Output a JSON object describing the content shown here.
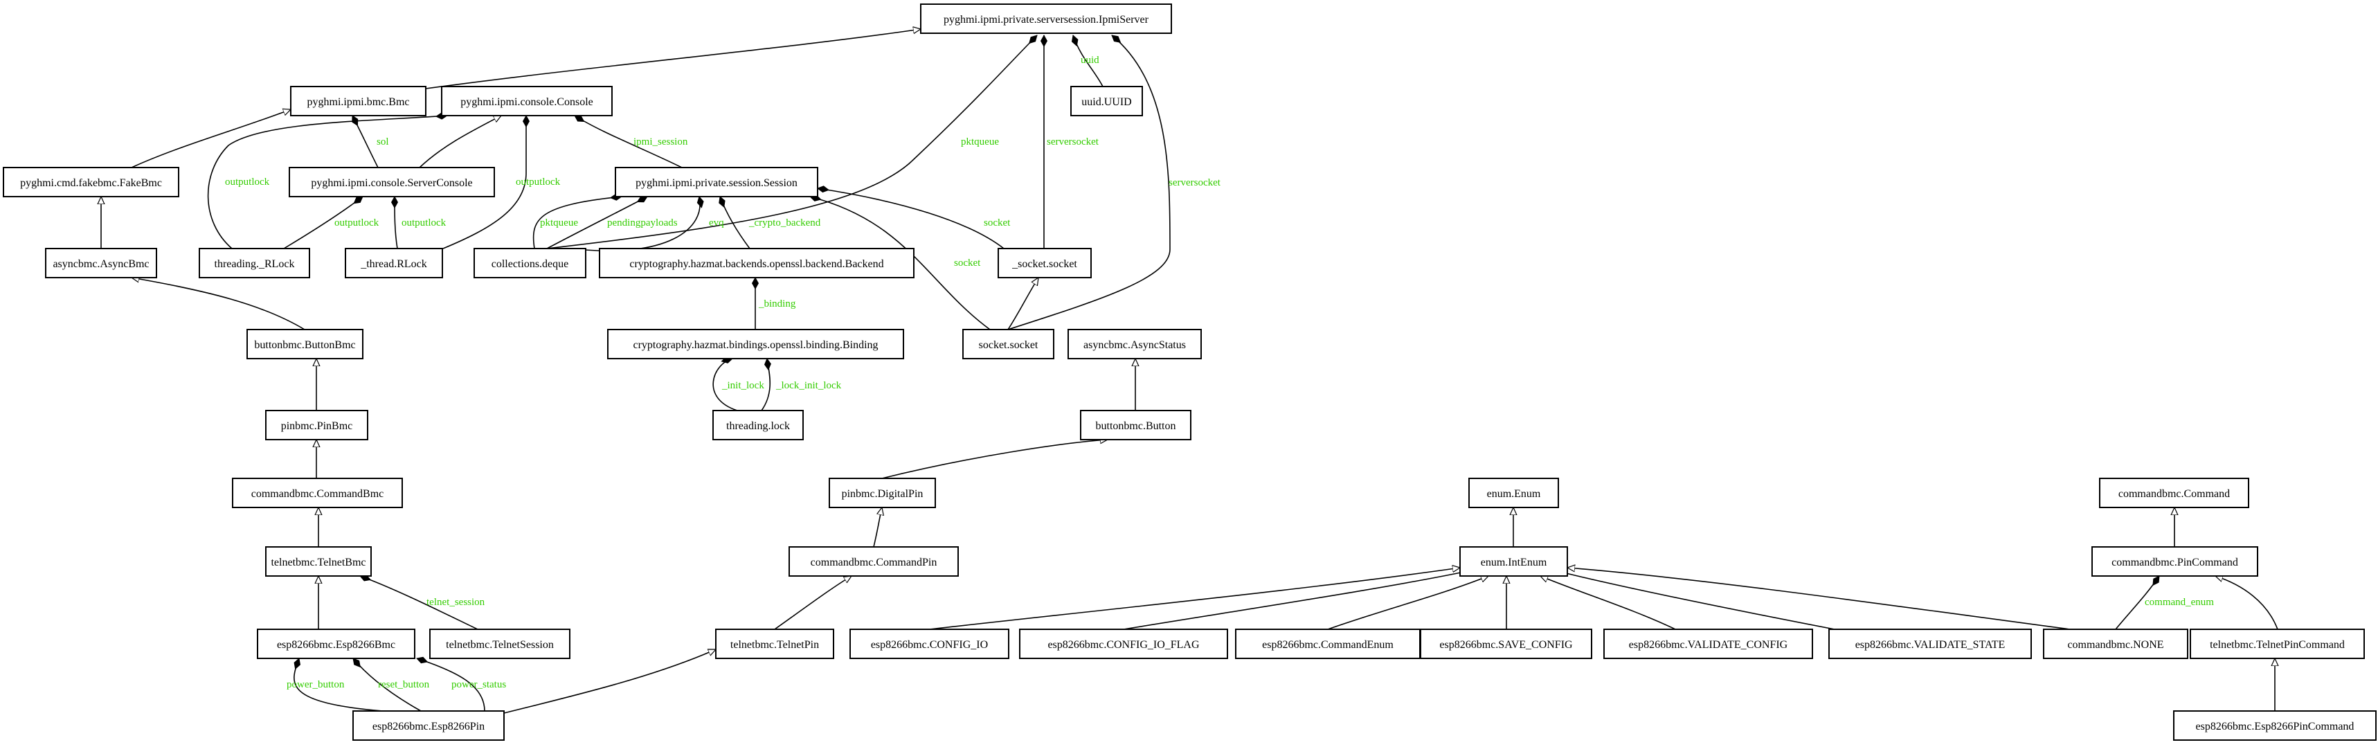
{
  "colors": {
    "label": "#33cc00",
    "line": "#000000",
    "box_fill": "#ffffff"
  },
  "nodes": [
    {
      "id": "IpmiServer",
      "label": "pyghmi.ipmi.private.serversession.IpmiServer"
    },
    {
      "id": "Bmc",
      "label": "pyghmi.ipmi.bmc.Bmc"
    },
    {
      "id": "Console",
      "label": "pyghmi.ipmi.console.Console"
    },
    {
      "id": "UUID",
      "label": "uuid.UUID"
    },
    {
      "id": "FakeBmc",
      "label": "pyghmi.cmd.fakebmc.FakeBmc"
    },
    {
      "id": "ServerConsole",
      "label": "pyghmi.ipmi.console.ServerConsole"
    },
    {
      "id": "Session",
      "label": "pyghmi.ipmi.private.session.Session"
    },
    {
      "id": "AsyncBmc",
      "label": "asyncbmc.AsyncBmc"
    },
    {
      "id": "RLock",
      "label": "threading._RLock"
    },
    {
      "id": "ThreadRLock",
      "label": "_thread.RLock"
    },
    {
      "id": "Deque",
      "label": "collections.deque"
    },
    {
      "id": "Backend",
      "label": "cryptography.hazmat.backends.openssl.backend.Backend"
    },
    {
      "id": "SockSock",
      "label": "_socket.socket"
    },
    {
      "id": "ButtonBmc",
      "label": "buttonbmc.ButtonBmc"
    },
    {
      "id": "Binding",
      "label": "cryptography.hazmat.bindings.openssl.binding.Binding"
    },
    {
      "id": "Socket",
      "label": "socket.socket"
    },
    {
      "id": "AsyncStatus",
      "label": "asyncbmc.AsyncStatus"
    },
    {
      "id": "PinBmc",
      "label": "pinbmc.PinBmc"
    },
    {
      "id": "ThreadingLock",
      "label": "threading.lock"
    },
    {
      "id": "Button",
      "label": "buttonbmc.Button"
    },
    {
      "id": "CommandBmc",
      "label": "commandbmc.CommandBmc"
    },
    {
      "id": "DigitalPin",
      "label": "pinbmc.DigitalPin"
    },
    {
      "id": "Enum",
      "label": "enum.Enum"
    },
    {
      "id": "Command",
      "label": "commandbmc.Command"
    },
    {
      "id": "TelnetBmc",
      "label": "telnetbmc.TelnetBmc"
    },
    {
      "id": "CommandPin",
      "label": "commandbmc.CommandPin"
    },
    {
      "id": "IntEnum",
      "label": "enum.IntEnum"
    },
    {
      "id": "PinCommand",
      "label": "commandbmc.PinCommand"
    },
    {
      "id": "Esp8266Bmc",
      "label": "esp8266bmc.Esp8266Bmc"
    },
    {
      "id": "TelnetSession",
      "label": "telnetbmc.TelnetSession"
    },
    {
      "id": "TelnetPin",
      "label": "telnetbmc.TelnetPin"
    },
    {
      "id": "CONFIG_IO",
      "label": "esp8266bmc.CONFIG_IO"
    },
    {
      "id": "CONFIG_IO_FLAG",
      "label": "esp8266bmc.CONFIG_IO_FLAG"
    },
    {
      "id": "CommandEnum",
      "label": "esp8266bmc.CommandEnum"
    },
    {
      "id": "SAVE_CONFIG",
      "label": "esp8266bmc.SAVE_CONFIG"
    },
    {
      "id": "VALIDATE_CONFIG",
      "label": "esp8266bmc.VALIDATE_CONFIG"
    },
    {
      "id": "VALIDATE_STATE",
      "label": "esp8266bmc.VALIDATE_STATE"
    },
    {
      "id": "NONE",
      "label": "commandbmc.NONE"
    },
    {
      "id": "TelnetPinCommand",
      "label": "telnetbmc.TelnetPinCommand"
    },
    {
      "id": "Esp8266Pin",
      "label": "esp8266bmc.Esp8266Pin"
    },
    {
      "id": "Esp8266PinCommand",
      "label": "esp8266bmc.Esp8266PinCommand"
    }
  ],
  "edges": [
    {
      "id": "bmc-ipmiserver",
      "from": "Bmc",
      "to": "IpmiServer",
      "kind": "inherit",
      "label": ""
    },
    {
      "id": "uuid-ipmiserver",
      "from": "UUID",
      "to": "IpmiServer",
      "kind": "compose",
      "label": "uuid"
    },
    {
      "id": "deque-ipmiserver",
      "from": "Deque",
      "to": "IpmiServer",
      "kind": "compose",
      "label": "pktqueue"
    },
    {
      "id": "socksock-ipmiserver",
      "from": "SockSock",
      "to": "IpmiServer",
      "kind": "compose",
      "label": "serversocket"
    },
    {
      "id": "socket-ipmiserver",
      "from": "Socket",
      "to": "IpmiServer",
      "kind": "compose",
      "label": "serversocket"
    },
    {
      "id": "fakebmc-bmc",
      "from": "FakeBmc",
      "to": "Bmc",
      "kind": "inherit",
      "label": ""
    },
    {
      "id": "serverconsole-bmc",
      "from": "ServerConsole",
      "to": "Bmc",
      "kind": "compose",
      "label": "sol"
    },
    {
      "id": "serverconsole-console",
      "from": "ServerConsole",
      "to": "Console",
      "kind": "inherit",
      "label": ""
    },
    {
      "id": "rlock-console",
      "from": "RLock",
      "to": "Console",
      "kind": "compose",
      "label": "outputlock"
    },
    {
      "id": "threadrlock-console",
      "from": "ThreadRLock",
      "to": "Console",
      "kind": "compose",
      "label": "outputlock"
    },
    {
      "id": "session-console",
      "from": "Session",
      "to": "Console",
      "kind": "compose",
      "label": "ipmi_session"
    },
    {
      "id": "rlock-serverconsole",
      "from": "RLock",
      "to": "ServerConsole",
      "kind": "compose",
      "label": "outputlock"
    },
    {
      "id": "threadrlock-serverconsole",
      "from": "ThreadRLock",
      "to": "ServerConsole",
      "kind": "compose",
      "label": "outputlock"
    },
    {
      "id": "deque-session-pkt",
      "from": "Deque",
      "to": "Session",
      "kind": "compose",
      "label": "pktqueue"
    },
    {
      "id": "deque-session-pend",
      "from": "Deque",
      "to": "Session",
      "kind": "compose",
      "label": "pendingpayloads"
    },
    {
      "id": "deque-session-evq",
      "from": "Deque",
      "to": "Session",
      "kind": "compose",
      "label": "evq"
    },
    {
      "id": "backend-session",
      "from": "Backend",
      "to": "Session",
      "kind": "compose",
      "label": "_crypto_backend"
    },
    {
      "id": "socksock-session",
      "from": "SockSock",
      "to": "Session",
      "kind": "compose",
      "label": "socket"
    },
    {
      "id": "socket-session",
      "from": "Socket",
      "to": "Session",
      "kind": "compose",
      "label": "socket"
    },
    {
      "id": "asyncbmc-fakebmc",
      "from": "AsyncBmc",
      "to": "FakeBmc",
      "kind": "inherit",
      "label": ""
    },
    {
      "id": "binding-backend",
      "from": "Binding",
      "to": "Backend",
      "kind": "compose",
      "label": "_binding"
    },
    {
      "id": "socket-socksock",
      "from": "Socket",
      "to": "SockSock",
      "kind": "inherit",
      "label": ""
    },
    {
      "id": "buttonbmc-asyncbmc",
      "from": "ButtonBmc",
      "to": "AsyncBmc",
      "kind": "inherit",
      "label": ""
    },
    {
      "id": "lock-binding-init",
      "from": "ThreadingLock",
      "to": "Binding",
      "kind": "compose",
      "label": "_init_lock"
    },
    {
      "id": "lock-binding-lock",
      "from": "ThreadingLock",
      "to": "Binding",
      "kind": "compose",
      "label": "_lock_init_lock"
    },
    {
      "id": "button-asyncstatus",
      "from": "Button",
      "to": "AsyncStatus",
      "kind": "inherit",
      "label": ""
    },
    {
      "id": "pinbmc-buttonbmc",
      "from": "PinBmc",
      "to": "ButtonBmc",
      "kind": "inherit",
      "label": ""
    },
    {
      "id": "digitalpin-button",
      "from": "DigitalPin",
      "to": "Button",
      "kind": "inherit",
      "label": ""
    },
    {
      "id": "commandbmc-pinbmc",
      "from": "CommandBmc",
      "to": "PinBmc",
      "kind": "inherit",
      "label": ""
    },
    {
      "id": "commandpin-digitalpin",
      "from": "CommandPin",
      "to": "DigitalPin",
      "kind": "inherit",
      "label": ""
    },
    {
      "id": "intenum-enum",
      "from": "IntEnum",
      "to": "Enum",
      "kind": "inherit",
      "label": ""
    },
    {
      "id": "pincommand-command",
      "from": "PinCommand",
      "to": "Command",
      "kind": "inherit",
      "label": ""
    },
    {
      "id": "telnetbmc-commandbmc",
      "from": "TelnetBmc",
      "to": "CommandBmc",
      "kind": "inherit",
      "label": ""
    },
    {
      "id": "telnetpin-commandpin",
      "from": "TelnetPin",
      "to": "CommandPin",
      "kind": "inherit",
      "label": ""
    },
    {
      "id": "configio-intenum",
      "from": "CONFIG_IO",
      "to": "IntEnum",
      "kind": "inherit",
      "label": ""
    },
    {
      "id": "configioflag-intenum",
      "from": "CONFIG_IO_FLAG",
      "to": "IntEnum",
      "kind": "inherit",
      "label": ""
    },
    {
      "id": "commandenum-intenum",
      "from": "CommandEnum",
      "to": "IntEnum",
      "kind": "inherit",
      "label": ""
    },
    {
      "id": "saveconfig-intenum",
      "from": "SAVE_CONFIG",
      "to": "IntEnum",
      "kind": "inherit",
      "label": ""
    },
    {
      "id": "validateconfig-intenum",
      "from": "VALIDATE_CONFIG",
      "to": "IntEnum",
      "kind": "inherit",
      "label": ""
    },
    {
      "id": "validatestate-intenum",
      "from": "VALIDATE_STATE",
      "to": "IntEnum",
      "kind": "inherit",
      "label": ""
    },
    {
      "id": "none-intenum",
      "from": "NONE",
      "to": "IntEnum",
      "kind": "inherit",
      "label": ""
    },
    {
      "id": "none-pincommand",
      "from": "NONE",
      "to": "PinCommand",
      "kind": "compose",
      "label": "command_enum"
    },
    {
      "id": "telnetpincommand-pincommand",
      "from": "TelnetPinCommand",
      "to": "PinCommand",
      "kind": "inherit",
      "label": ""
    },
    {
      "id": "esp8266bmc-telnetbmc",
      "from": "Esp8266Bmc",
      "to": "TelnetBmc",
      "kind": "inherit",
      "label": ""
    },
    {
      "id": "telnetsession-telnetbmc",
      "from": "TelnetSession",
      "to": "TelnetBmc",
      "kind": "compose",
      "label": "telnet_session"
    },
    {
      "id": "esp8266pin-esp8266bmc-power",
      "from": "Esp8266Pin",
      "to": "Esp8266Bmc",
      "kind": "compose",
      "label": "power_button"
    },
    {
      "id": "esp8266pin-esp8266bmc-reset",
      "from": "Esp8266Pin",
      "to": "Esp8266Bmc",
      "kind": "compose",
      "label": "reset_button"
    },
    {
      "id": "esp8266pin-esp8266bmc-status",
      "from": "Esp8266Pin",
      "to": "Esp8266Bmc",
      "kind": "compose",
      "label": "power_status"
    },
    {
      "id": "esp8266pin-telnetpin",
      "from": "Esp8266Pin",
      "to": "TelnetPin",
      "kind": "inherit",
      "label": ""
    },
    {
      "id": "esp8266pincommand-telnetpincommand",
      "from": "Esp8266PinCommand",
      "to": "TelnetPinCommand",
      "kind": "inherit",
      "label": ""
    }
  ]
}
